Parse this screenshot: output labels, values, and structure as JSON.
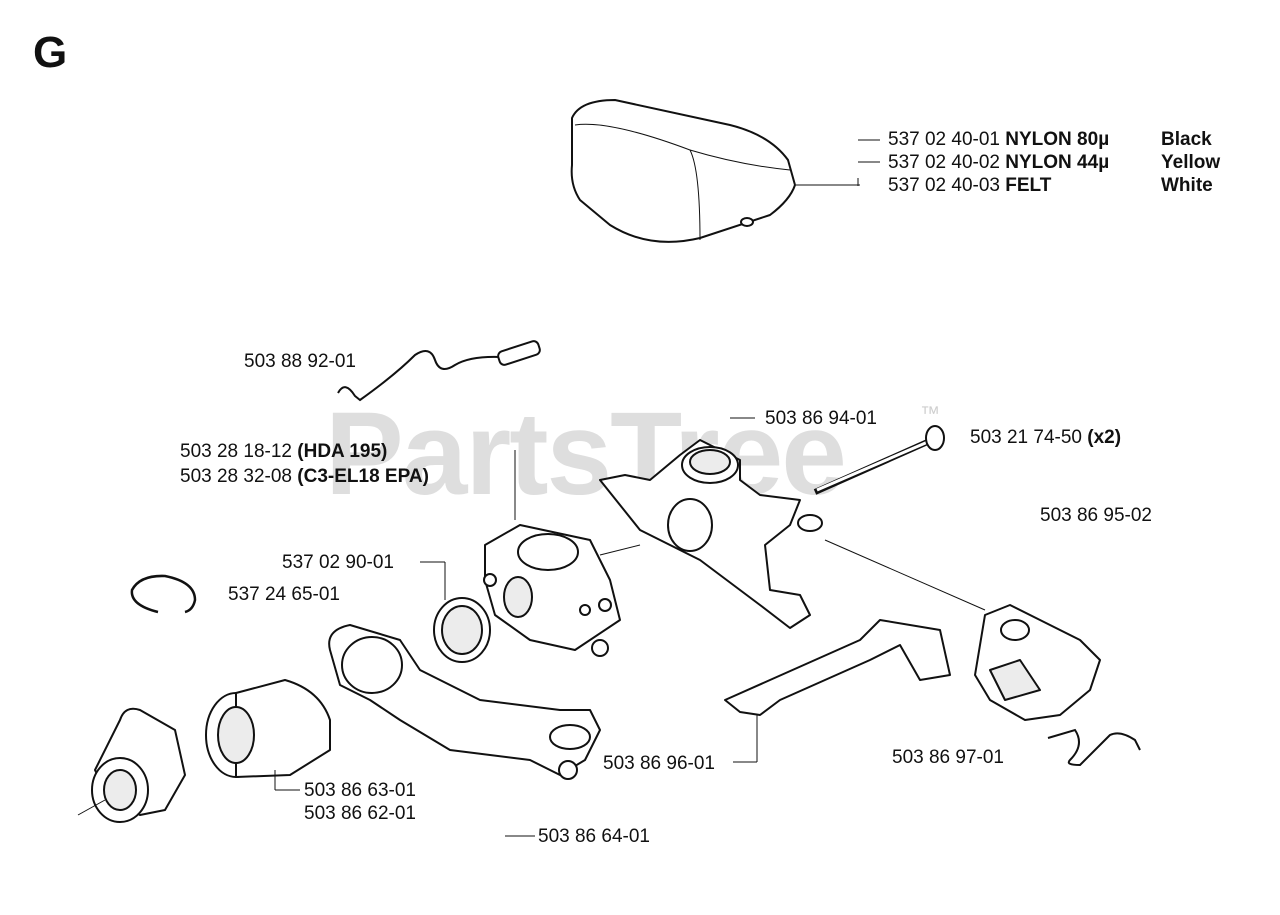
{
  "section_label": "G",
  "watermark": {
    "text": "PartsTree",
    "tm": "™"
  },
  "filter": {
    "rows": [
      {
        "number": "537 02 40-01",
        "material": "NYLON 80µ",
        "color": "Black"
      },
      {
        "number": "537 02 40-02",
        "material": "NYLON 44µ",
        "color": "Yellow"
      },
      {
        "number": "537 02 40-03",
        "material": "FELT",
        "color": "White"
      }
    ]
  },
  "labels": {
    "wire": "503 88 92-01",
    "holder": "503 86 94-01",
    "bolt_number": "503 21 74-50",
    "bolt_qty": "(x2)",
    "carb1_number": "503 28 18-12",
    "carb1_model": "(HDA 195)",
    "carb2_number": "503 28 32-08",
    "carb2_model": "(C3-EL18 EPA)",
    "guard": "503 86 95-02",
    "gasket": "537 02 90-01",
    "clip": "537 24 65-01",
    "boot1": "503 86 63-01",
    "boot2": "503 86 62-01",
    "plate": "503 86 64-01",
    "rod": "503 86 96-01",
    "lever": "503 86 97-01"
  }
}
